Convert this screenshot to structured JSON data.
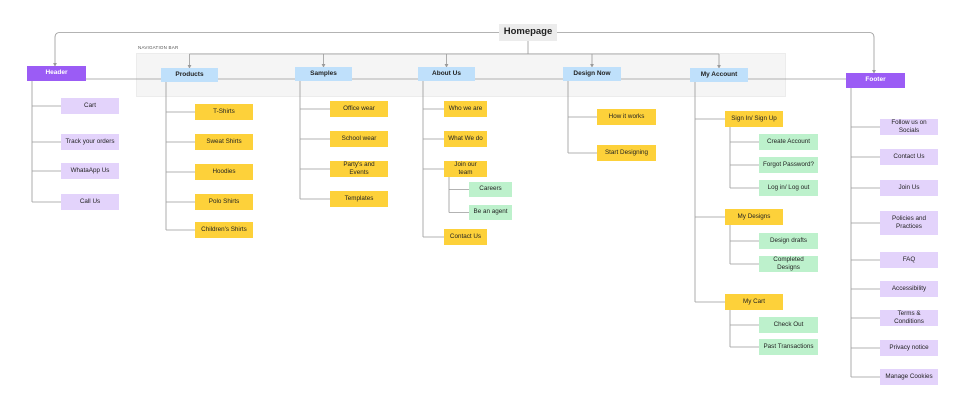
{
  "nav_label": "NAVIGATION BAR",
  "colors": {
    "root": "#ececec",
    "nav": "#bfe0fb",
    "side": "#9b5cf5",
    "purple": "#e3d3fb",
    "yellow": "#fdd13a",
    "green": "#bdf1cc",
    "line": "#9a9a9a"
  },
  "nodes": [
    {
      "id": "homepage",
      "label": "Homepage",
      "type": "root",
      "parent": null
    },
    {
      "id": "header",
      "label": "Header",
      "type": "side",
      "parent": "homepage"
    },
    {
      "id": "footer",
      "label": "Footer",
      "type": "side",
      "parent": "homepage"
    },
    {
      "id": "products",
      "label": "Products",
      "type": "nav",
      "parent": "homepage"
    },
    {
      "id": "samples",
      "label": "Samples",
      "type": "nav",
      "parent": "homepage"
    },
    {
      "id": "about",
      "label": "About Us",
      "type": "nav",
      "parent": "homepage"
    },
    {
      "id": "design_now",
      "label": "Design Now",
      "type": "nav",
      "parent": "homepage"
    },
    {
      "id": "my_account",
      "label": "My Account",
      "type": "nav",
      "parent": "homepage"
    },
    {
      "id": "cart",
      "label": "Cart",
      "type": "purple",
      "parent": "header"
    },
    {
      "id": "track",
      "label": "Track your orders",
      "type": "purple",
      "parent": "header"
    },
    {
      "id": "whatsapp",
      "label": "WhataApp Us",
      "type": "purple",
      "parent": "header"
    },
    {
      "id": "callus",
      "label": "Call Us",
      "type": "purple",
      "parent": "header"
    },
    {
      "id": "tshirts",
      "label": "T-Shirts",
      "type": "yellow",
      "parent": "products"
    },
    {
      "id": "sweat",
      "label": "Sweat Shirts",
      "type": "yellow",
      "parent": "products"
    },
    {
      "id": "hoodies",
      "label": "Hoodies",
      "type": "yellow",
      "parent": "products"
    },
    {
      "id": "polo",
      "label": "Polo Shirts",
      "type": "yellow",
      "parent": "products"
    },
    {
      "id": "children",
      "label": "Children's Shirts",
      "type": "yellow",
      "parent": "products"
    },
    {
      "id": "office",
      "label": "Office wear",
      "type": "yellow",
      "parent": "samples"
    },
    {
      "id": "school",
      "label": "School wear",
      "type": "yellow",
      "parent": "samples"
    },
    {
      "id": "party",
      "label": "Party's and Events",
      "type": "yellow",
      "parent": "samples"
    },
    {
      "id": "templates",
      "label": "Templates",
      "type": "yellow",
      "parent": "samples"
    },
    {
      "id": "whoweare",
      "label": "Who we are",
      "type": "yellow",
      "parent": "about"
    },
    {
      "id": "whatwedo",
      "label": "What We do",
      "type": "yellow",
      "parent": "about"
    },
    {
      "id": "jointeam",
      "label": "Join our team",
      "type": "yellow",
      "parent": "about"
    },
    {
      "id": "careers",
      "label": "Careers",
      "type": "green",
      "parent": "jointeam"
    },
    {
      "id": "agent",
      "label": "Be an agent",
      "type": "green",
      "parent": "jointeam"
    },
    {
      "id": "contact_about",
      "label": "Contact Us",
      "type": "yellow",
      "parent": "about"
    },
    {
      "id": "howitworks",
      "label": "How it works",
      "type": "yellow",
      "parent": "design_now"
    },
    {
      "id": "startdesign",
      "label": "Start Designing",
      "type": "yellow",
      "parent": "design_now"
    },
    {
      "id": "signin",
      "label": "Sign In/ Sign Up",
      "type": "yellow",
      "parent": "my_account"
    },
    {
      "id": "create",
      "label": "Create Account",
      "type": "green",
      "parent": "signin"
    },
    {
      "id": "forgot",
      "label": "Forgot Password?",
      "type": "green",
      "parent": "signin"
    },
    {
      "id": "login",
      "label": "Log in/ Log out",
      "type": "green",
      "parent": "signin"
    },
    {
      "id": "mydesigns",
      "label": "My Designs",
      "type": "yellow",
      "parent": "my_account"
    },
    {
      "id": "drafts",
      "label": "Design drafts",
      "type": "green",
      "parent": "mydesigns"
    },
    {
      "id": "completed",
      "label": "Completed Designs",
      "type": "green",
      "parent": "mydesigns"
    },
    {
      "id": "mycart",
      "label": "My Cart",
      "type": "yellow",
      "parent": "my_account"
    },
    {
      "id": "checkout",
      "label": "Check Out",
      "type": "green",
      "parent": "mycart"
    },
    {
      "id": "past",
      "label": "Past Transactions",
      "type": "green",
      "parent": "mycart"
    },
    {
      "id": "socials",
      "label": "Follow us on Socials",
      "type": "purple",
      "parent": "footer"
    },
    {
      "id": "contact_footer",
      "label": "Contact Us",
      "type": "purple",
      "parent": "footer"
    },
    {
      "id": "joinus",
      "label": "Join Us",
      "type": "purple",
      "parent": "footer"
    },
    {
      "id": "policies",
      "label": "Policies and\nPractices",
      "type": "purple",
      "parent": "footer"
    },
    {
      "id": "faq",
      "label": "FAQ",
      "type": "purple",
      "parent": "footer"
    },
    {
      "id": "accessibility",
      "label": "Accessibility",
      "type": "purple",
      "parent": "footer"
    },
    {
      "id": "terms",
      "label": "Terms & Conditions",
      "type": "purple",
      "parent": "footer"
    },
    {
      "id": "privacy",
      "label": "Privacy notice",
      "type": "purple",
      "parent": "footer"
    },
    {
      "id": "cookies",
      "label": "Manage Cookies",
      "type": "purple",
      "parent": "footer"
    }
  ]
}
